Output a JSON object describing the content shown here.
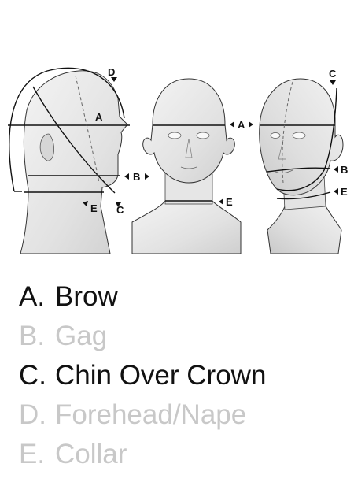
{
  "diagram": {
    "side_view_labels": {
      "a": "A",
      "b": "B",
      "c": "C",
      "d": "D",
      "e": "E"
    },
    "front_view_labels": {
      "a": "A",
      "e": "E"
    },
    "three_quarter_view_labels": {
      "b": "B",
      "c": "C",
      "e": "E"
    }
  },
  "legend": {
    "items": [
      {
        "letter": "A.",
        "text": "Brow",
        "state": "highlighted",
        "color": "#111111"
      },
      {
        "letter": "B.",
        "text": "Gag",
        "state": "dimmed",
        "color": "#c8c8c8"
      },
      {
        "letter": "C.",
        "text": "Chin Over Crown",
        "state": "highlighted",
        "color": "#111111"
      },
      {
        "letter": "D.",
        "text": "Forehead/Nape",
        "state": "dimmed",
        "color": "#c8c8c8"
      },
      {
        "letter": "E.",
        "text": "Collar",
        "state": "dimmed",
        "color": "#c8c8c8"
      }
    ]
  }
}
